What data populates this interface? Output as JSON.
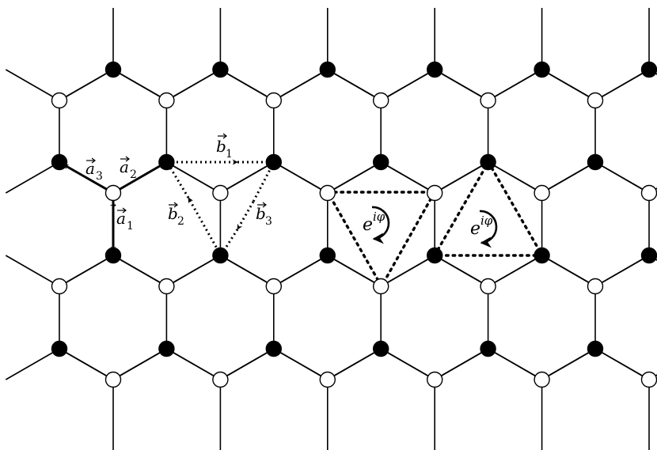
{
  "diagram": {
    "colors": {
      "background": "#ffffff",
      "stroke": "#000000",
      "site_a_fill": "#000000",
      "site_b_fill": "#ffffff"
    },
    "site_types": [
      "filled-black-circle",
      "open-white-circle"
    ],
    "vectors": [
      {
        "id": "a1",
        "letter": "a",
        "sub": "1",
        "style": "solid-arrow"
      },
      {
        "id": "a2",
        "letter": "a",
        "sub": "2",
        "style": "solid-arrow"
      },
      {
        "id": "a3",
        "letter": "a",
        "sub": "3",
        "style": "solid-arrow"
      },
      {
        "id": "b1",
        "letter": "b",
        "sub": "1",
        "style": "dotted-arrow"
      },
      {
        "id": "b2",
        "letter": "b",
        "sub": "2",
        "style": "dotted-arrow"
      },
      {
        "id": "b3",
        "letter": "b",
        "sub": "3",
        "style": "dotted-arrow"
      }
    ],
    "phase_loops": [
      {
        "base": "e",
        "exponent": "iφ",
        "direction": "clockwise"
      },
      {
        "base": "e",
        "exponent": "iφ",
        "direction": "clockwise"
      }
    ]
  }
}
